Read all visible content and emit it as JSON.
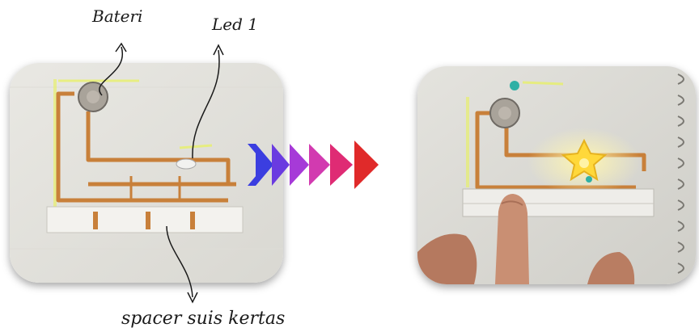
{
  "labels": {
    "battery": "Bateri",
    "led": "Led 1",
    "spacer": "spacer suis kertas"
  },
  "colors": {
    "copper_tape": "#c8803a",
    "paper": "#ececea",
    "highlighter": "#e8f25a",
    "arrow_gradient": [
      "#3b3ee0",
      "#7a3be0",
      "#b43ad8",
      "#d83aa6",
      "#e02b6a",
      "#e32424"
    ],
    "led_glow": "#ffe14a"
  },
  "images": {
    "before": "paper-circuit-switch-open",
    "after": "paper-circuit-switch-pressed-led-on"
  },
  "icons": [
    "arrow-right-icon",
    "sequence-arrows-icon"
  ]
}
